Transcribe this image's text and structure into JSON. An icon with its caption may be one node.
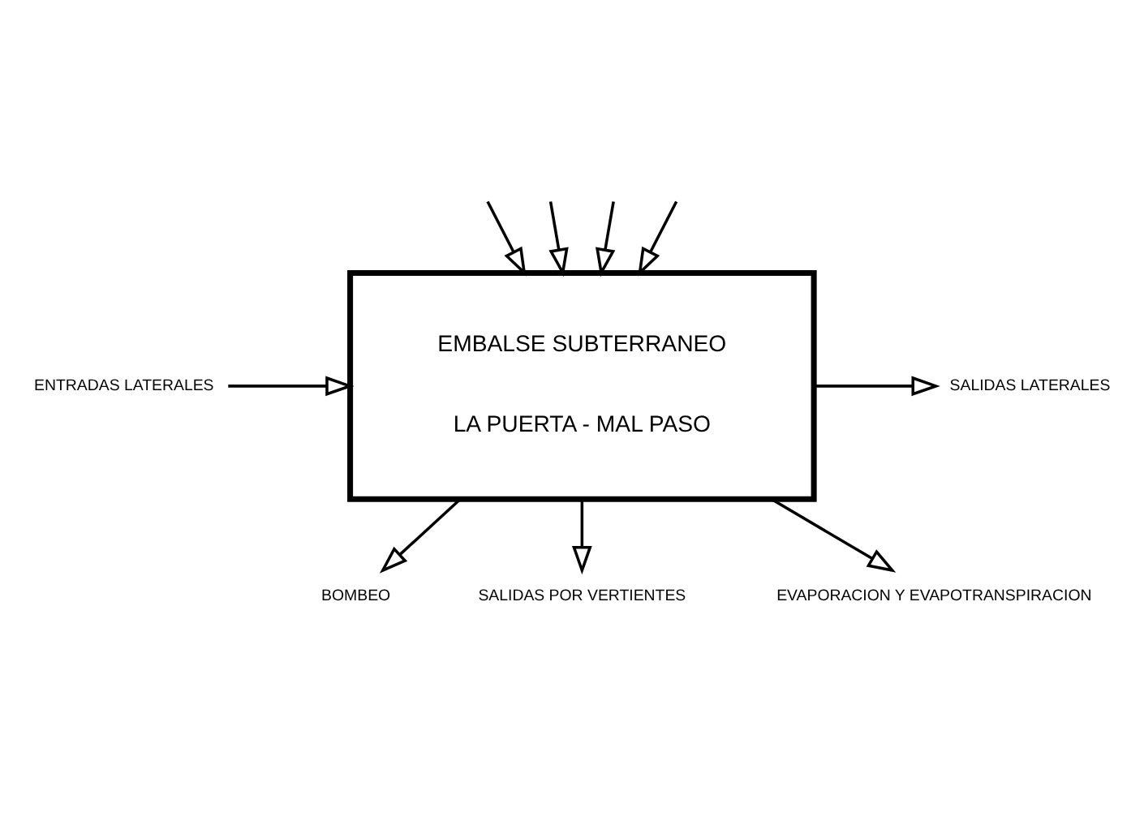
{
  "diagram": {
    "nodes": [
      {
        "text": [
          "EMBALSE SUBTERRANEO",
          "LA PUERTA - MAL PASO"
        ]
      },
      {
        "text": [
          "ENTRADAS LATERALES"
        ]
      },
      {
        "text": [
          "SALIDAS LATERALES"
        ]
      },
      {
        "text": [
          "BOMBEO"
        ]
      },
      {
        "text": [
          "SALIDAS POR VERTIENTES"
        ]
      },
      {
        "text": [
          "EVAPORACION Y EVAPOTRANSPIRACION"
        ]
      }
    ],
    "edges": [
      {
        "from": null,
        "to": 0,
        "arrow": "to"
      },
      {
        "from": null,
        "to": 0,
        "arrow": "to"
      },
      {
        "from": null,
        "to": 0,
        "arrow": "to"
      },
      {
        "from": null,
        "to": 0,
        "arrow": "to"
      },
      {
        "from": 1,
        "to": 0,
        "arrow": "to"
      },
      {
        "from": 0,
        "to": 2,
        "arrow": "to"
      },
      {
        "from": 0,
        "to": 3,
        "arrow": "to"
      },
      {
        "from": 0,
        "to": 4,
        "arrow": "to"
      },
      {
        "from": 0,
        "to": 5,
        "arrow": "to"
      }
    ]
  }
}
